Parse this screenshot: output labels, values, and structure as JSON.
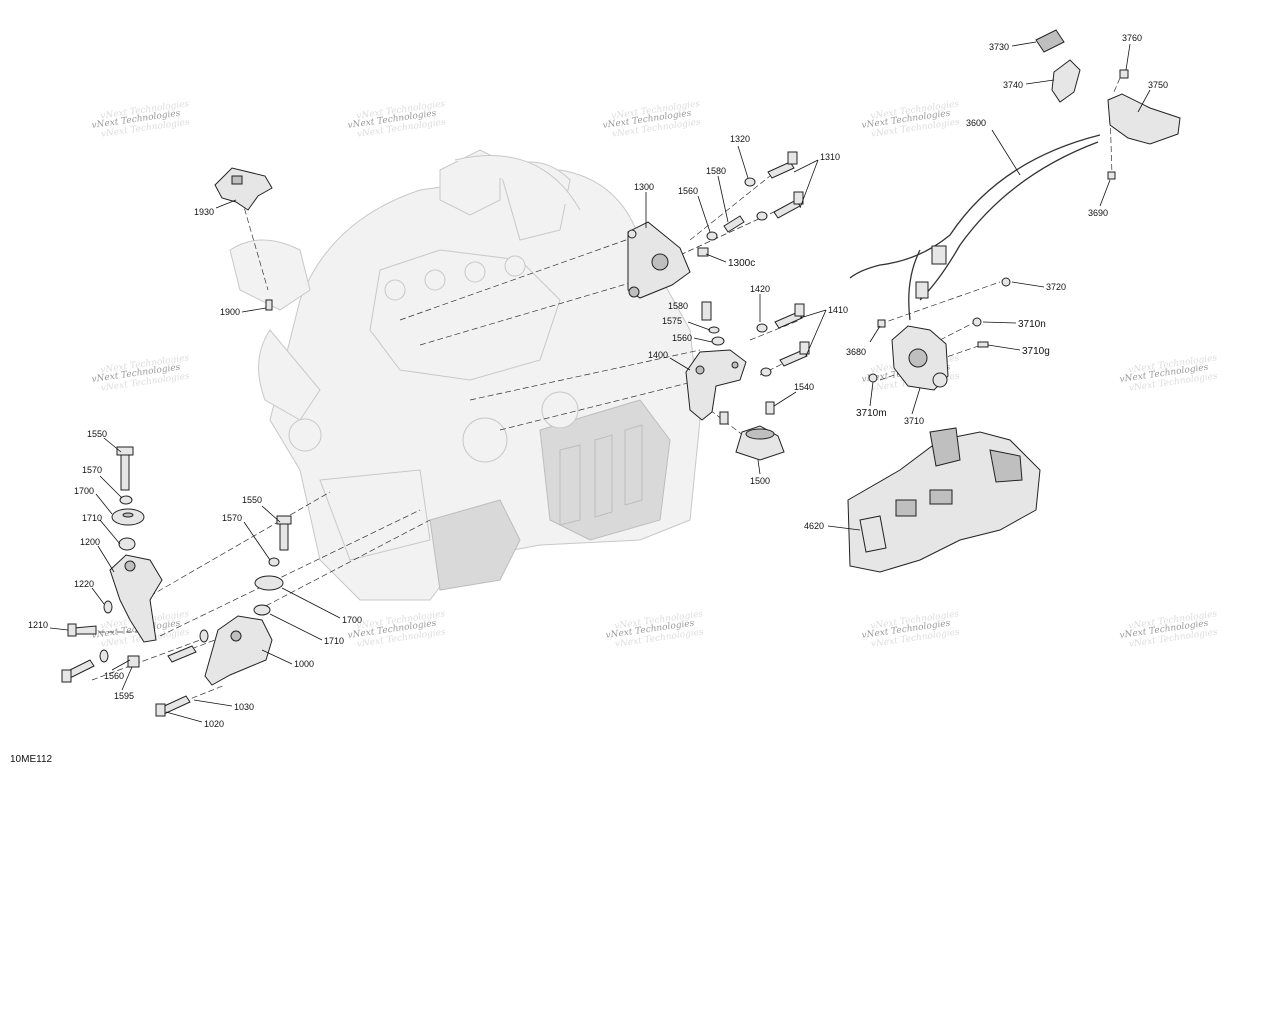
{
  "diagram_code": "10ME112",
  "watermark": "vNext Technologies",
  "callouts": [
    {
      "id": "c3730",
      "text": "3730"
    },
    {
      "id": "c3760",
      "text": "3760"
    },
    {
      "id": "c3740",
      "text": "3740"
    },
    {
      "id": "c3750",
      "text": "3750"
    },
    {
      "id": "c3600",
      "text": "3600"
    },
    {
      "id": "c3690",
      "text": "3690"
    },
    {
      "id": "c1320",
      "text": "1320"
    },
    {
      "id": "c1310",
      "text": "1310"
    },
    {
      "id": "c1580a",
      "text": "1580"
    },
    {
      "id": "c1300",
      "text": "1300"
    },
    {
      "id": "c1560a",
      "text": "1560"
    },
    {
      "id": "c1300c",
      "text": "1300c"
    },
    {
      "id": "c1930",
      "text": "1930"
    },
    {
      "id": "c1900",
      "text": "1900"
    },
    {
      "id": "c3720",
      "text": "3720"
    },
    {
      "id": "c1420",
      "text": "1420"
    },
    {
      "id": "c1410",
      "text": "1410"
    },
    {
      "id": "c1580b",
      "text": "1580"
    },
    {
      "id": "c1575",
      "text": "1575"
    },
    {
      "id": "c1560b",
      "text": "1560"
    },
    {
      "id": "c3710n",
      "text": "3710n"
    },
    {
      "id": "c3680",
      "text": "3680"
    },
    {
      "id": "c3710g",
      "text": "3710g"
    },
    {
      "id": "c1400",
      "text": "1400"
    },
    {
      "id": "c1540",
      "text": "1540"
    },
    {
      "id": "c3710m",
      "text": "3710m"
    },
    {
      "id": "c3710",
      "text": "3710"
    },
    {
      "id": "c1500",
      "text": "1500"
    },
    {
      "id": "c1550a",
      "text": "1550"
    },
    {
      "id": "c1570a",
      "text": "1570"
    },
    {
      "id": "c1700a",
      "text": "1700"
    },
    {
      "id": "c1710a",
      "text": "1710"
    },
    {
      "id": "c1550b",
      "text": "1550"
    },
    {
      "id": "c1570b",
      "text": "1570"
    },
    {
      "id": "c4620",
      "text": "4620"
    },
    {
      "id": "c1200",
      "text": "1200"
    },
    {
      "id": "c1220",
      "text": "1220"
    },
    {
      "id": "c1700b",
      "text": "1700"
    },
    {
      "id": "c1710b",
      "text": "1710"
    },
    {
      "id": "c1210",
      "text": "1210"
    },
    {
      "id": "c1000",
      "text": "1000"
    },
    {
      "id": "c1560c",
      "text": "1560"
    },
    {
      "id": "c1595",
      "text": "1595"
    },
    {
      "id": "c1030",
      "text": "1030"
    },
    {
      "id": "c1020",
      "text": "1020"
    }
  ]
}
